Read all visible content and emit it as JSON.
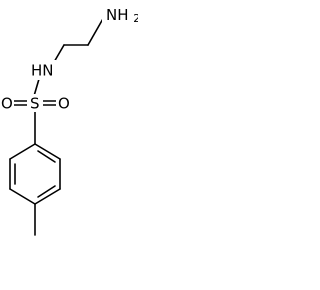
{
  "molecule": {
    "labels": {
      "amine": "NH",
      "amine_sub": "2",
      "amide_nh": "HN",
      "sulfur": "S",
      "oxygen_left": "O",
      "oxygen_right": "O"
    }
  }
}
